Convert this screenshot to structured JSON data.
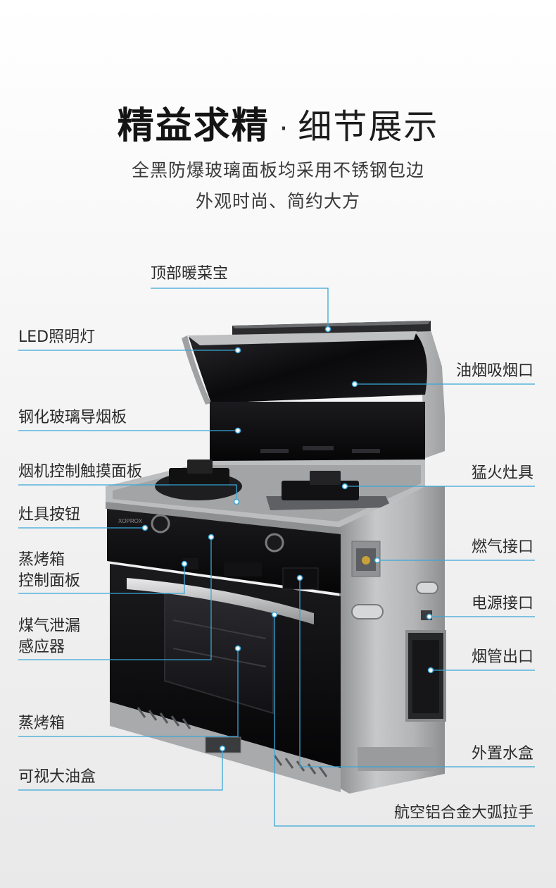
{
  "title": {
    "main": "精益求精",
    "separator": "·",
    "sub": "细节展示"
  },
  "subtitle": {
    "line1": "全黑防爆玻璃面板均采用不锈钢包边",
    "line2": "外观时尚、简约大方"
  },
  "brand_plate": "XOPROX",
  "labels": {
    "top_warmer": "顶部暖菜宝",
    "led_light": "LED照明灯",
    "glass_baffle": "钢化玻璃导烟板",
    "hood_touch_panel": "烟机控制触摸面板",
    "burner_knob": "灶具按钮",
    "oven_panel_line1": "蒸烤箱",
    "oven_panel_line2": "控制面板",
    "gas_sensor_line1": "煤气泄漏",
    "gas_sensor_line2": "感应器",
    "steam_oven": "蒸烤箱",
    "oil_box": "可视大油盒",
    "smoke_intake": "油烟吸烟口",
    "burners": "猛火灶具",
    "gas_inlet": "燃气接口",
    "power_inlet": "电源接口",
    "flue_outlet": "烟管出口",
    "water_box": "外置水盒",
    "handle": "航空铝合金大弧拉手"
  },
  "colors": {
    "accent_line": "#3aa6d8",
    "glass_black": "#0d0d0f",
    "steel": "#a9abad"
  }
}
